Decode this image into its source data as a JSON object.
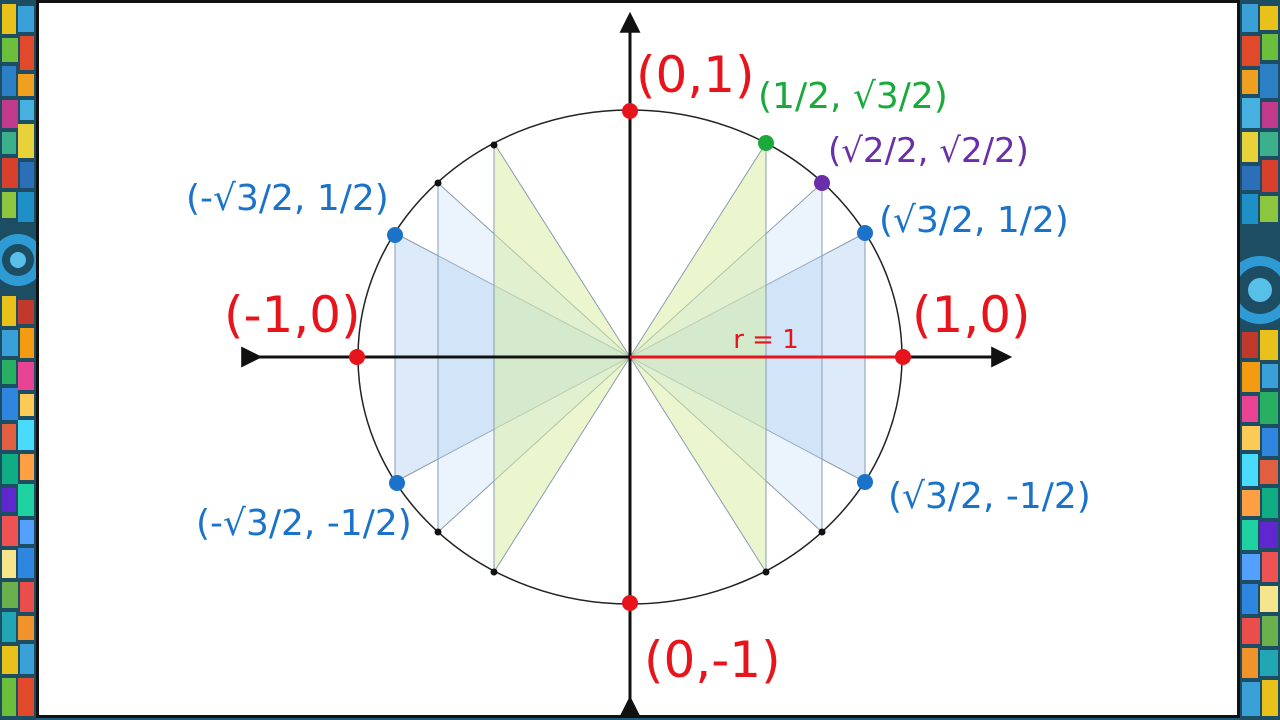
{
  "colors": {
    "red": "#e8141c",
    "blue": "#1a73c9",
    "green": "#1aaa3c",
    "purple": "#6a2fa8",
    "axis": "#111111",
    "circle": "#222222",
    "blue_fill": "#9cc3ee",
    "green_fill": "#d8eea0"
  },
  "radius_label": "r = 1",
  "points": [
    {
      "id": "p-0-1",
      "x": "0",
      "y": "1",
      "color": "red"
    },
    {
      "id": "p-1-0",
      "x": "1",
      "y": "0",
      "color": "red"
    },
    {
      "id": "p-neg1-0",
      "x": "-1",
      "y": "0",
      "color": "red"
    },
    {
      "id": "p-0-neg1",
      "x": "0",
      "y": "-1",
      "color": "red"
    },
    {
      "id": "p-60",
      "x": "1/2",
      "y": "√3/2",
      "color": "green"
    },
    {
      "id": "p-45",
      "x": "√2/2",
      "y": "√2/2",
      "color": "purple"
    },
    {
      "id": "p-30",
      "x": "√3/2",
      "y": "1/2",
      "color": "blue"
    },
    {
      "id": "p-150",
      "x": "-√3/2",
      "y": "1/2",
      "color": "blue"
    },
    {
      "id": "p-210",
      "x": "-√3/2",
      "y": "-1/2",
      "color": "blue"
    },
    {
      "id": "p-330",
      "x": "√3/2",
      "y": "-1/2",
      "color": "blue"
    }
  ]
}
